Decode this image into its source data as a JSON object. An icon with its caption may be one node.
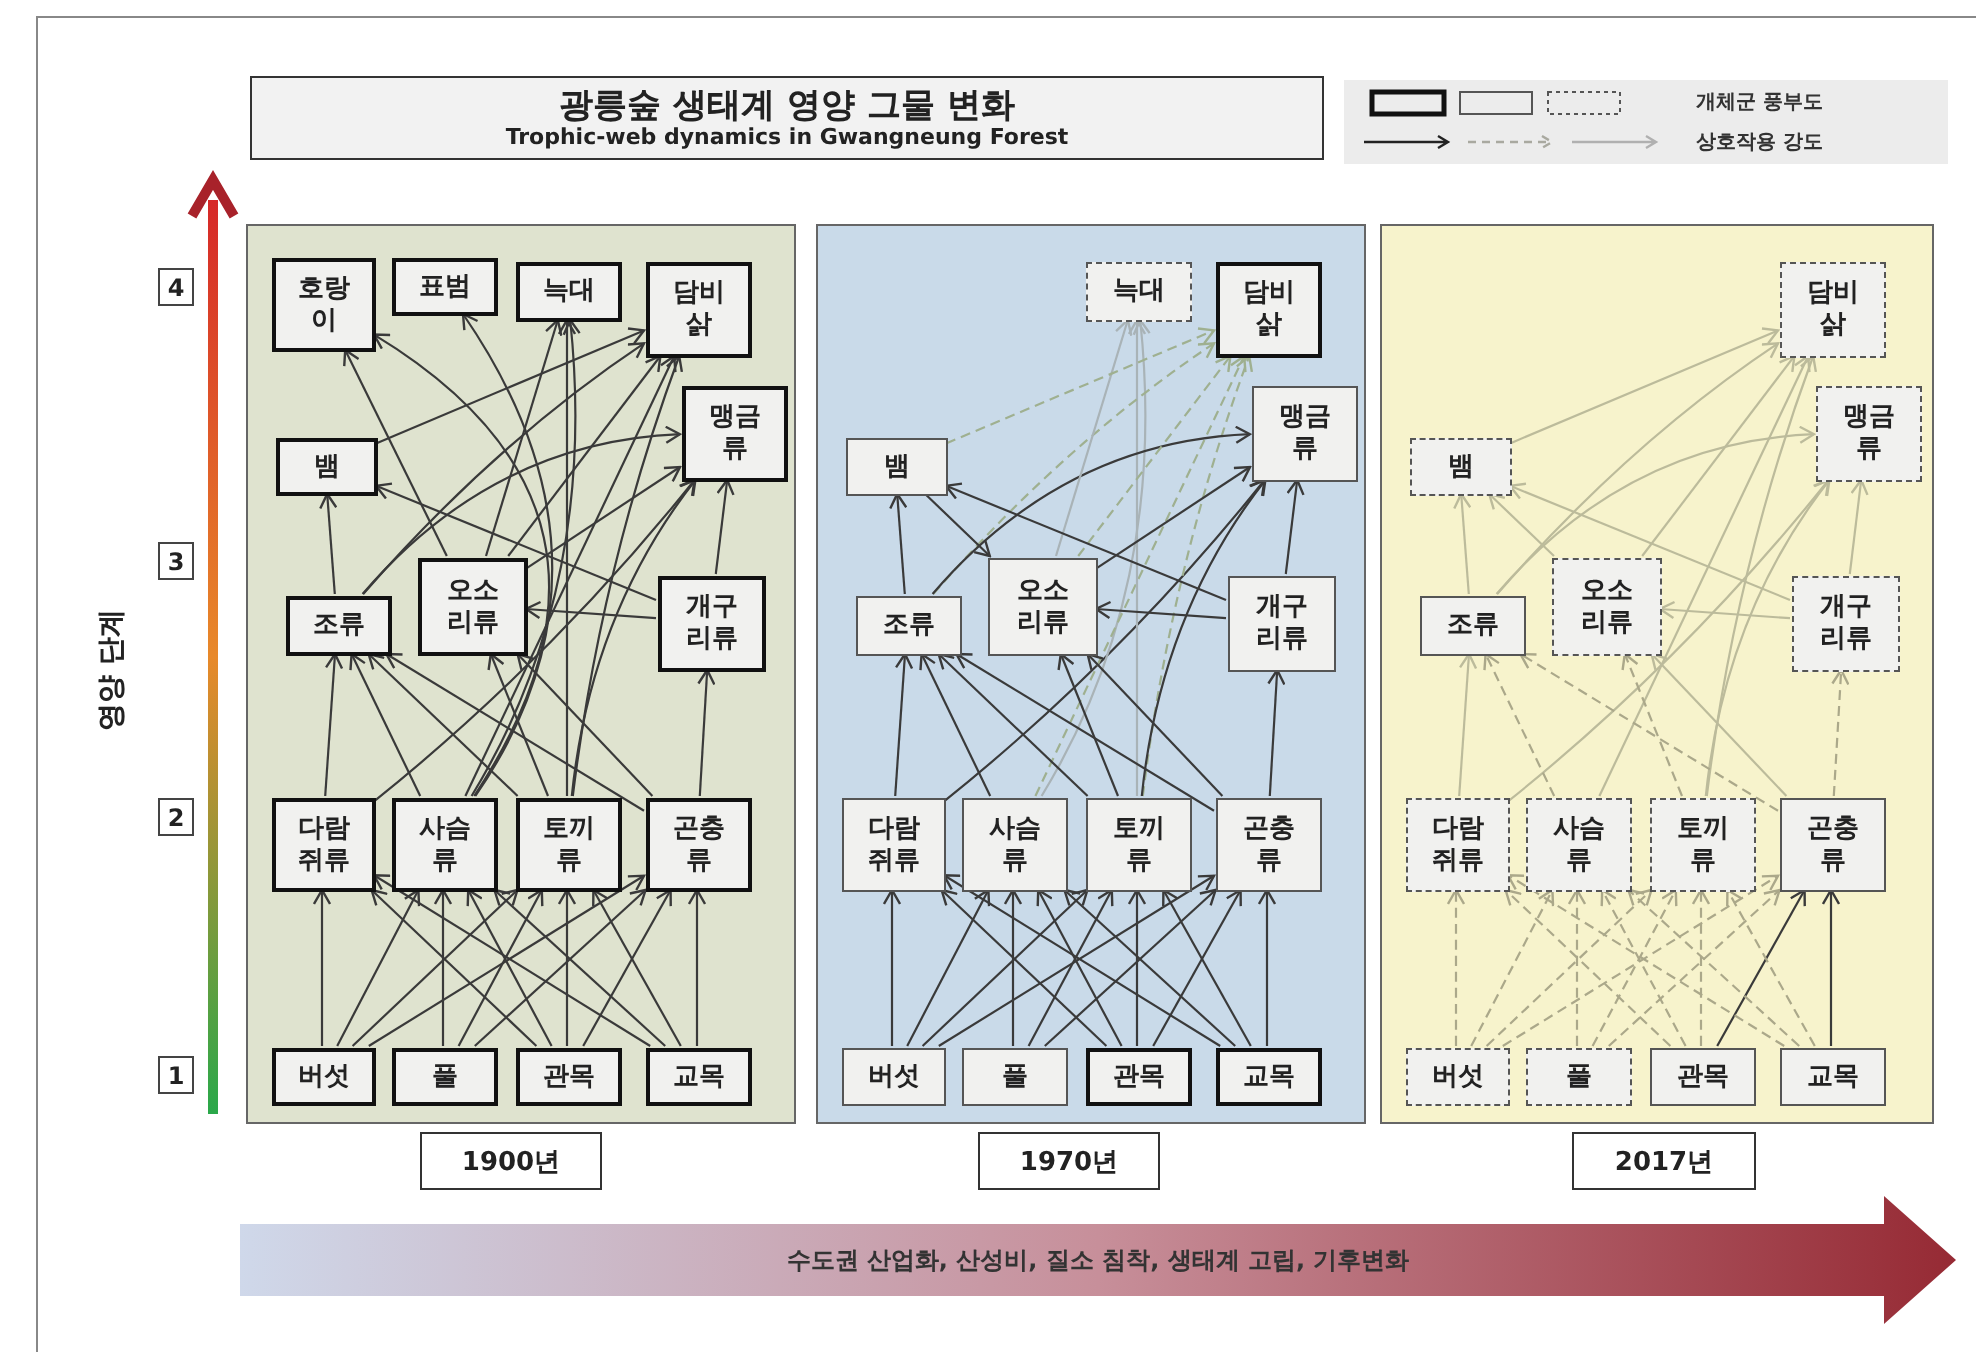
{
  "diagram": {
    "title": "광릉숲 생태계 영양 그물 변화",
    "nodes": [
      {
        "text": [],
        "shape": "box",
        "beside": [
          "1900년"
        ]
      },
      {
        "text": [
          "호랑이"
        ],
        "in": 0
      },
      {
        "text": [
          "표범"
        ],
        "in": 0
      },
      {
        "text": [
          "늑대"
        ],
        "in": 0
      },
      {
        "text": [
          "담비삵"
        ],
        "in": 0
      },
      {
        "text": [
          "뱀"
        ],
        "in": 0
      },
      {
        "text": [
          "맹금류"
        ],
        "in": 0
      },
      {
        "text": [
          "조류"
        ],
        "in": 0
      },
      {
        "text": [
          "오소리류"
        ],
        "in": 0
      },
      {
        "text": [
          "개구리류"
        ],
        "in": 0
      },
      {
        "text": [
          "다람쥐류"
        ],
        "in": 0
      },
      {
        "text": [
          "사슴류"
        ],
        "in": 0
      },
      {
        "text": [
          "토끼류"
        ],
        "in": 0
      },
      {
        "text": [
          "곤충류"
        ],
        "in": 0
      },
      {
        "text": [
          "버섯"
        ],
        "in": 0
      },
      {
        "text": [
          "풀"
        ],
        "in": 0
      },
      {
        "text": [
          "관목"
        ],
        "in": 0
      },
      {
        "text": [
          "교목"
        ],
        "in": 0
      },
      {
        "text": [],
        "shape": "box",
        "beside": [
          "1970년"
        ]
      },
      {
        "text": [
          "늑대"
        ],
        "in": 18
      },
      {
        "text": [
          "담비삵"
        ],
        "in": 18
      },
      {
        "text": [
          "뱀"
        ],
        "in": 18
      },
      {
        "text": [
          "맹금류"
        ],
        "in": 18
      },
      {
        "text": [
          "조류"
        ],
        "in": 18
      },
      {
        "text": [
          "오소리류"
        ],
        "in": 18
      },
      {
        "text": [
          "개구리류"
        ],
        "in": 18
      },
      {
        "text": [
          "다람쥐류"
        ],
        "in": 18
      },
      {
        "text": [
          "사슴류"
        ],
        "in": 18
      },
      {
        "text": [
          "토끼류"
        ],
        "in": 18
      },
      {
        "text": [
          "곤충류"
        ],
        "in": 18
      },
      {
        "text": [
          "버섯"
        ],
        "in": 18
      },
      {
        "text": [
          "풀"
        ],
        "in": 18
      },
      {
        "text": [
          "관목"
        ],
        "in": 18
      },
      {
        "text": [
          "교목"
        ],
        "in": 18
      },
      {
        "text": [],
        "shape": "box",
        "beside": [
          "2017년"
        ]
      },
      {
        "text": [
          "담비삵"
        ],
        "in": 34
      },
      {
        "text": [
          "뱀"
        ],
        "in": 34
      },
      {
        "text": [
          "맹금류"
        ],
        "in": 34
      },
      {
        "text": [
          "조류"
        ],
        "in": 34
      },
      {
        "text": [
          "오소리류"
        ],
        "in": 34
      },
      {
        "text": [
          "개구리류"
        ],
        "in": 34
      },
      {
        "text": [
          "다람쥐류"
        ],
        "in": 34
      },
      {
        "text": [
          "사슴류"
        ],
        "in": 34
      },
      {
        "text": [
          "토끼류"
        ],
        "in": 34
      },
      {
        "text": [
          "곤충류"
        ],
        "in": 34
      },
      {
        "text": [
          "버섯"
        ],
        "in": 34
      },
      {
        "text": [
          "풀"
        ],
        "in": 34
      },
      {
        "text": [
          "관목"
        ],
        "in": 34
      },
      {
        "text": [
          "교목"
        ],
        "in": 34
      },
      {
        "text": [
          "수도권 산업화, 산성비, 질소 침착, 생태계 고립, 기후변화"
        ]
      }
    ],
    "edges": [
      {
        "from": 14,
        "to": 10,
        "arrow": "to"
      },
      {
        "from": 14,
        "to": 11,
        "arrow": "to"
      },
      {
        "from": 14,
        "to": 12,
        "arrow": "to"
      },
      {
        "from": 14,
        "to": 13,
        "arrow": "to"
      },
      {
        "from": 15,
        "to": 11,
        "arrow": "to"
      },
      {
        "from": 15,
        "to": 12,
        "arrow": "to"
      },
      {
        "from": 15,
        "to": 13,
        "arrow": "to"
      },
      {
        "from": 16,
        "to": 10,
        "arrow": "to"
      },
      {
        "from": 16,
        "to": 11,
        "arrow": "to"
      },
      {
        "from": 16,
        "to": 12,
        "arrow": "to"
      },
      {
        "from": 16,
        "to": 13,
        "arrow": "to"
      },
      {
        "from": 17,
        "to": 10,
        "arrow": "to"
      },
      {
        "from": 17,
        "to": 11,
        "arrow": "to"
      },
      {
        "from": 17,
        "to": 12,
        "arrow": "to"
      },
      {
        "from": 17,
        "to": 13,
        "arrow": "to"
      },
      {
        "from": 10,
        "to": 7,
        "arrow": "to"
      },
      {
        "from": 10,
        "to": 6,
        "arrow": "to"
      },
      {
        "from": 11,
        "to": 1,
        "arrow": "to"
      },
      {
        "from": 11,
        "to": 2,
        "arrow": "to"
      },
      {
        "from": 11,
        "to": 3,
        "arrow": "to"
      },
      {
        "from": 11,
        "to": 7,
        "arrow": "to"
      },
      {
        "from": 11,
        "to": 4,
        "arrow": "to"
      },
      {
        "from": 12,
        "to": 3,
        "arrow": "to"
      },
      {
        "from": 12,
        "to": 4,
        "arrow": "to"
      },
      {
        "from": 12,
        "to": 6,
        "arrow": "to"
      },
      {
        "from": 12,
        "to": 7,
        "arrow": "to"
      },
      {
        "from": 12,
        "to": 8,
        "arrow": "to"
      },
      {
        "from": 13,
        "to": 7,
        "arrow": "to"
      },
      {
        "from": 13,
        "to": 8,
        "arrow": "to"
      },
      {
        "from": 13,
        "to": 9,
        "arrow": "to"
      },
      {
        "from": 7,
        "to": 5,
        "arrow": "to"
      },
      {
        "from": 7,
        "to": 4,
        "arrow": "to"
      },
      {
        "from": 7,
        "to": 6,
        "arrow": "to"
      },
      {
        "from": 8,
        "to": 1,
        "arrow": "to"
      },
      {
        "from": 8,
        "to": 3,
        "arrow": "to"
      },
      {
        "from": 8,
        "to": 4,
        "arrow": "to"
      },
      {
        "from": 8,
        "to": 6,
        "arrow": "to"
      },
      {
        "from": 9,
        "to": 8,
        "arrow": "to"
      },
      {
        "from": 9,
        "to": 5,
        "arrow": "to"
      },
      {
        "from": 9,
        "to": 6,
        "arrow": "to"
      },
      {
        "from": 5,
        "to": 4,
        "arrow": "to"
      },
      {
        "from": 30,
        "to": 26,
        "arrow": "to"
      },
      {
        "from": 30,
        "to": 27,
        "arrow": "to"
      },
      {
        "from": 30,
        "to": 28,
        "arrow": "to"
      },
      {
        "from": 30,
        "to": 29,
        "arrow": "to"
      },
      {
        "from": 31,
        "to": 27,
        "arrow": "to"
      },
      {
        "from": 31,
        "to": 28,
        "arrow": "to"
      },
      {
        "from": 31,
        "to": 29,
        "arrow": "to"
      },
      {
        "from": 32,
        "to": 26,
        "arrow": "to"
      },
      {
        "from": 32,
        "to": 27,
        "arrow": "to"
      },
      {
        "from": 32,
        "to": 28,
        "arrow": "to"
      },
      {
        "from": 32,
        "to": 29,
        "arrow": "to"
      },
      {
        "from": 33,
        "to": 26,
        "arrow": "to"
      },
      {
        "from": 33,
        "to": 27,
        "arrow": "to"
      },
      {
        "from": 33,
        "to": 28,
        "arrow": "to"
      },
      {
        "from": 33,
        "to": 29,
        "arrow": "to"
      },
      {
        "from": 26,
        "to": 23,
        "arrow": "to"
      },
      {
        "from": 26,
        "to": 22,
        "arrow": "to"
      },
      {
        "from": 27,
        "to": 19,
        "arrow": "to",
        "color": "#a9b3b7"
      },
      {
        "from": 27,
        "to": 23,
        "arrow": "to"
      },
      {
        "from": 27,
        "to": 20,
        "arrow": "to",
        "style": "dashed",
        "color": "#9fb090"
      },
      {
        "from": 28,
        "to": 19,
        "arrow": "to",
        "color": "#a9b3b7"
      },
      {
        "from": 28,
        "to": 20,
        "arrow": "to",
        "style": "dashed",
        "color": "#9fb090"
      },
      {
        "from": 28,
        "to": 22,
        "arrow": "to"
      },
      {
        "from": 28,
        "to": 23,
        "arrow": "to"
      },
      {
        "from": 28,
        "to": 24,
        "arrow": "to"
      },
      {
        "from": 29,
        "to": 23,
        "arrow": "to"
      },
      {
        "from": 29,
        "to": 24,
        "arrow": "to"
      },
      {
        "from": 29,
        "to": 25,
        "arrow": "to"
      },
      {
        "from": 23,
        "to": 21,
        "arrow": "to"
      },
      {
        "from": 23,
        "to": 20,
        "arrow": "to",
        "style": "dashed",
        "color": "#9fb090"
      },
      {
        "from": 23,
        "to": 22,
        "arrow": "to"
      },
      {
        "from": 24,
        "to": 19,
        "arrow": "to",
        "color": "#a9b3b7"
      },
      {
        "from": 24,
        "to": 20,
        "arrow": "to",
        "style": "dashed",
        "color": "#9fb090"
      },
      {
        "from": 24,
        "to": 22,
        "arrow": "to"
      },
      {
        "from": 25,
        "to": 24,
        "arrow": "to"
      },
      {
        "from": 25,
        "to": 21,
        "arrow": "to"
      },
      {
        "from": 25,
        "to": 22,
        "arrow": "to"
      },
      {
        "from": 21,
        "to": 20,
        "arrow": "to",
        "style": "dashed",
        "color": "#9fb090"
      },
      {
        "from": 21,
        "to": 24,
        "arrow": "to"
      },
      {
        "from": 45,
        "to": 41,
        "arrow": "to",
        "style": "dashed",
        "color": "#aba88a"
      },
      {
        "from": 45,
        "to": 42,
        "arrow": "to",
        "style": "dashed",
        "color": "#aba88a"
      },
      {
        "from": 45,
        "to": 43,
        "arrow": "to",
        "style": "dashed",
        "color": "#aba88a"
      },
      {
        "from": 45,
        "to": 44,
        "arrow": "to",
        "style": "dashed",
        "color": "#aba88a"
      },
      {
        "from": 46,
        "to": 42,
        "arrow": "to",
        "style": "dashed",
        "color": "#aba88a"
      },
      {
        "from": 46,
        "to": 43,
        "arrow": "to",
        "style": "dashed",
        "color": "#aba88a"
      },
      {
        "from": 46,
        "to": 44,
        "arrow": "to",
        "style": "dashed",
        "color": "#aba88a"
      },
      {
        "from": 47,
        "to": 41,
        "arrow": "to",
        "style": "dashed",
        "color": "#aba88a"
      },
      {
        "from": 47,
        "to": 42,
        "arrow": "to",
        "style": "dashed",
        "color": "#aba88a"
      },
      {
        "from": 47,
        "to": 43,
        "arrow": "to",
        "style": "dashed",
        "color": "#aba88a"
      },
      {
        "from": 47,
        "to": 44,
        "arrow": "to"
      },
      {
        "from": 48,
        "to": 41,
        "arrow": "to",
        "style": "dashed",
        "color": "#aba88a"
      },
      {
        "from": 48,
        "to": 42,
        "arrow": "to",
        "style": "dashed",
        "color": "#aba88a"
      },
      {
        "from": 48,
        "to": 43,
        "arrow": "to",
        "style": "dashed",
        "color": "#aba88a"
      },
      {
        "from": 48,
        "to": 44,
        "arrow": "to"
      },
      {
        "from": 41,
        "to": 38,
        "arrow": "to",
        "color": "#bcbb9b"
      },
      {
        "from": 41,
        "to": 37,
        "arrow": "to",
        "color": "#bcbb9b"
      },
      {
        "from": 42,
        "to": 38,
        "arrow": "to",
        "style": "dashed",
        "color": "#aba88a"
      },
      {
        "from": 42,
        "to": 35,
        "arrow": "to",
        "color": "#bcbb9b"
      },
      {
        "from": 43,
        "to": 35,
        "arrow": "to",
        "color": "#bcbb9b"
      },
      {
        "from": 43,
        "to": 37,
        "arrow": "to",
        "color": "#bcbb9b"
      },
      {
        "from": 43,
        "to": 39,
        "arrow": "to",
        "style": "dashed",
        "color": "#aba88a"
      },
      {
        "from": 44,
        "to": 38,
        "arrow": "to",
        "style": "dashed",
        "color": "#aba88a"
      },
      {
        "from": 44,
        "to": 39,
        "arrow": "to",
        "color": "#bcbb9b"
      },
      {
        "from": 44,
        "to": 40,
        "arrow": "to",
        "style": "dashed",
        "color": "#aba88a"
      },
      {
        "from": 38,
        "to": 36,
        "arrow": "to",
        "color": "#bcbb9b"
      },
      {
        "from": 38,
        "to": 35,
        "arrow": "to",
        "color": "#bcbb9b"
      },
      {
        "from": 38,
        "to": 37,
        "arrow": "to",
        "color": "#bcbb9b"
      },
      {
        "from": 39,
        "to": 36,
        "arrow": "to",
        "color": "#bcbb9b"
      },
      {
        "from": 39,
        "to": 35,
        "arrow": "to",
        "color": "#bcbb9b"
      },
      {
        "from": 40,
        "to": 39,
        "arrow": "to",
        "color": "#bcbb9b"
      },
      {
        "from": 40,
        "to": 36,
        "arrow": "to",
        "color": "#bcbb9b"
      },
      {
        "from": 40,
        "to": 37,
        "arrow": "to",
        "color": "#bcbb9b"
      },
      {
        "from": 36,
        "to": 35,
        "arrow": "to",
        "color": "#bcbb9b"
      }
    ],
    "labels": [
      "Trophic-web dynamics in Gwangneung Forest",
      "4",
      "3",
      "2",
      "1",
      "영양 단계"
    ],
    "legend": [
      {
        "text": "개체군 풍부도"
      },
      {
        "text": "상호작용 강도"
      }
    ]
  }
}
